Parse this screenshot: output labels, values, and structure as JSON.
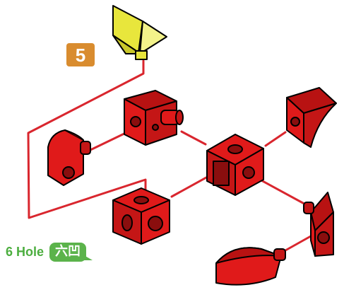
{
  "step": {
    "number": "5",
    "badge_color": "#d98c2f"
  },
  "label": {
    "text": "6 Hole",
    "cjk": "六凹",
    "color": "#4cae3f"
  },
  "colors": {
    "part_red": "#e01a1a",
    "part_yellow": "#e8e63c",
    "line_red": "#d9262e",
    "outline": "#000000"
  },
  "parts": [
    {
      "id": "yellow-connector",
      "color": "yellow"
    },
    {
      "id": "wedge-cube-top",
      "color": "red"
    },
    {
      "id": "quarter-round-left",
      "color": "red"
    },
    {
      "id": "center-cube",
      "color": "red"
    },
    {
      "id": "curved-wedge-top-right",
      "color": "red"
    },
    {
      "id": "six-hole-cube",
      "color": "red"
    },
    {
      "id": "wedge-right",
      "color": "red"
    },
    {
      "id": "quarter-round-bottom",
      "color": "red"
    }
  ]
}
